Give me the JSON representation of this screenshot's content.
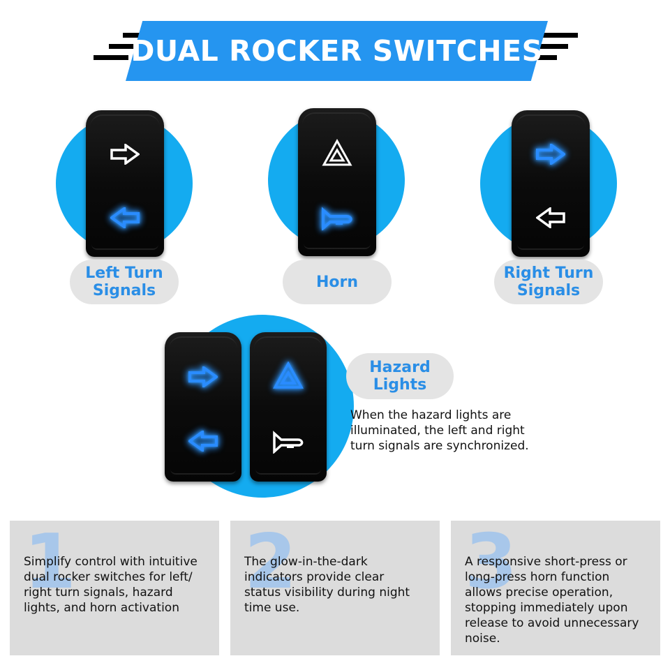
{
  "header": {
    "title": "DUAL ROCKER SWITCHES"
  },
  "colors": {
    "accent": "#2595f0",
    "circle": "#14abf0",
    "glow": "#1f8cff",
    "pill": "#e4e4e4",
    "box": "#dcdcdc"
  },
  "switches": [
    {
      "label": "Left Turn\nSignals",
      "top_icon": "right-arrow-icon",
      "bottom_icon": "left-arrow-icon",
      "lit": "bottom"
    },
    {
      "label": "Horn",
      "top_icon": "hazard-triangle-icon",
      "bottom_icon": "horn-icon",
      "lit": "bottom"
    },
    {
      "label": "Right Turn\nSignals",
      "top_icon": "right-arrow-icon",
      "bottom_icon": "left-arrow-icon",
      "lit": "top"
    }
  ],
  "hazard": {
    "label": "Hazard\nLights",
    "description": "When the hazard lights are\nilluminated, the left and right\nturn signals are synchronized."
  },
  "features": [
    {
      "number": "1",
      "text": "Simplify control with intuitive\ndual rocker switches for left/\nright turn signals, hazard\nlights, and horn activation"
    },
    {
      "number": "2",
      "text": "The glow-in-the-dark\nindicators provide clear\nstatus visibility during night\ntime use."
    },
    {
      "number": "3",
      "text": "A responsive short-press or\nlong-press horn function\nallows precise operation,\nstopping immediately upon\nrelease to avoid unnecessary\nnoise."
    }
  ]
}
